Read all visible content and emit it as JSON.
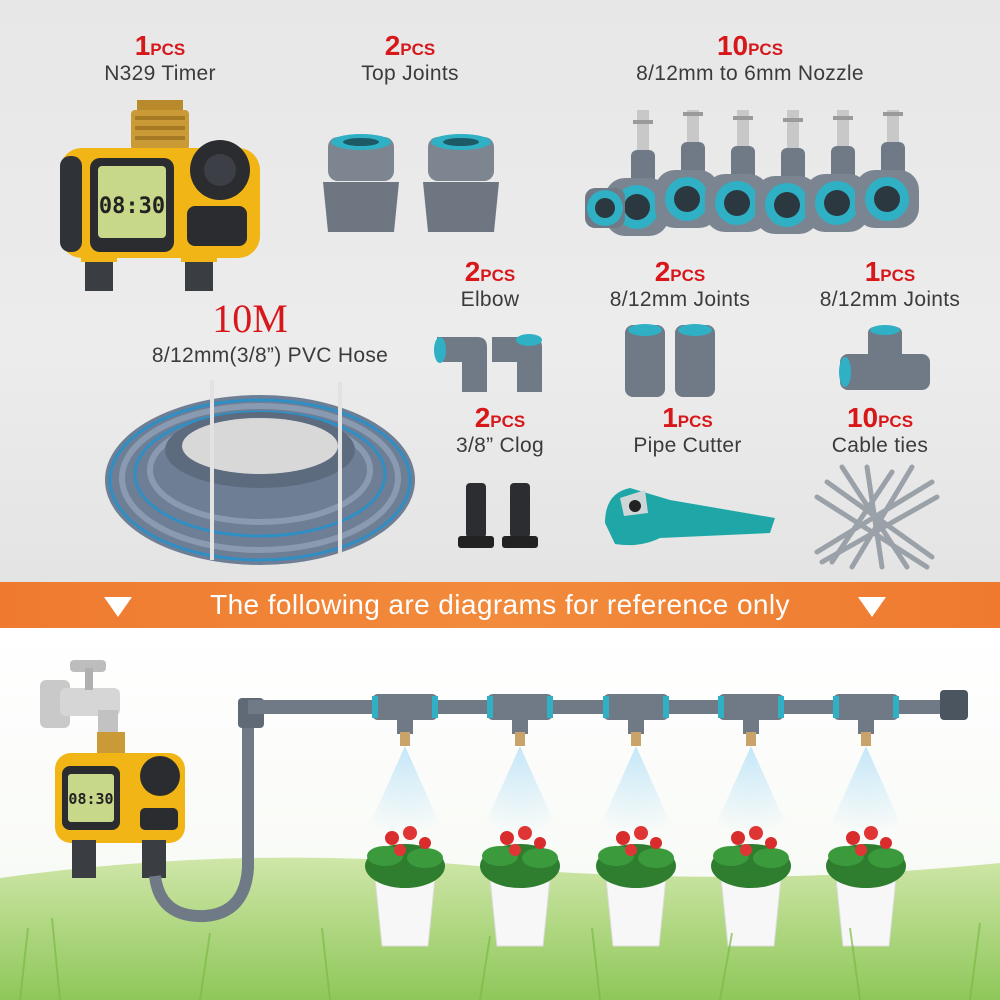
{
  "items": {
    "timer": {
      "qty": "1",
      "pcs": "PCS",
      "name": "N329 Timer"
    },
    "top_joints": {
      "qty": "2",
      "pcs": "PCS",
      "name": "Top Joints"
    },
    "nozzle": {
      "qty": "10",
      "pcs": "PCS",
      "name": "8/12mm to 6mm Nozzle"
    },
    "hose": {
      "length": "10M",
      "name": "8/12mm(3/8”) PVC Hose"
    },
    "elbow": {
      "qty": "2",
      "pcs": "PCS",
      "name": "Elbow"
    },
    "joints2": {
      "qty": "2",
      "pcs": "PCS",
      "name": "8/12mm Joints"
    },
    "joints1": {
      "qty": "1",
      "pcs": "PCS",
      "name": "8/12mm Joints"
    },
    "clog": {
      "qty": "2",
      "pcs": "PCS",
      "name": "3/8” Clog"
    },
    "cutter": {
      "qty": "1",
      "pcs": "PCS",
      "name": "Pipe Cutter"
    },
    "ties": {
      "qty": "10",
      "pcs": "PCS",
      "name": "Cable ties"
    }
  },
  "timer_display": "08:30",
  "banner": {
    "text": "The following are diagrams for reference only"
  },
  "colors": {
    "accent_red": "#d8171b",
    "banner_orange": "#f08336",
    "pipe_gray": "#6f7a86",
    "teal": "#2bb5c8",
    "timer_yellow": "#f2b516"
  }
}
